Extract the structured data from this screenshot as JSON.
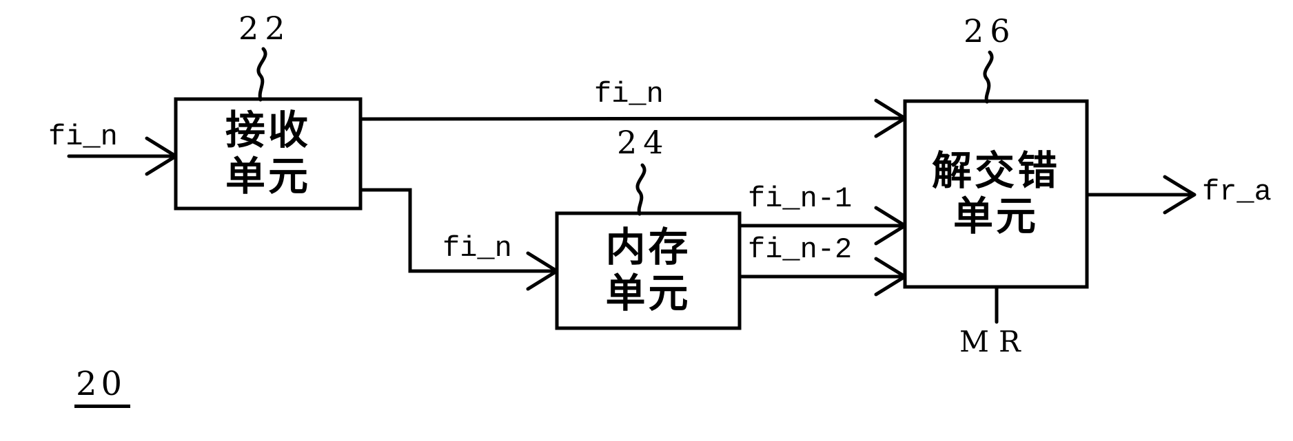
{
  "diagram": {
    "figure_number": "20",
    "blocks": [
      {
        "ref": "22",
        "title_line1": "接收",
        "title_line2": "单元"
      },
      {
        "ref": "24",
        "title_line1": "内存",
        "title_line2": "单元"
      },
      {
        "ref": "26",
        "title_line1": "解交错",
        "title_line2": "单元"
      }
    ],
    "signals": {
      "external_input": "fi_n",
      "recv_to_deint": "fi_n",
      "recv_to_mem": "fi_n",
      "mem_to_deint_1": "fi_n-1",
      "mem_to_deint_2": "fi_n-2",
      "deint_output": "fr_a",
      "mem_read_control": "MR"
    },
    "colors": {
      "ink": "#000000",
      "background": "#ffffff"
    }
  }
}
